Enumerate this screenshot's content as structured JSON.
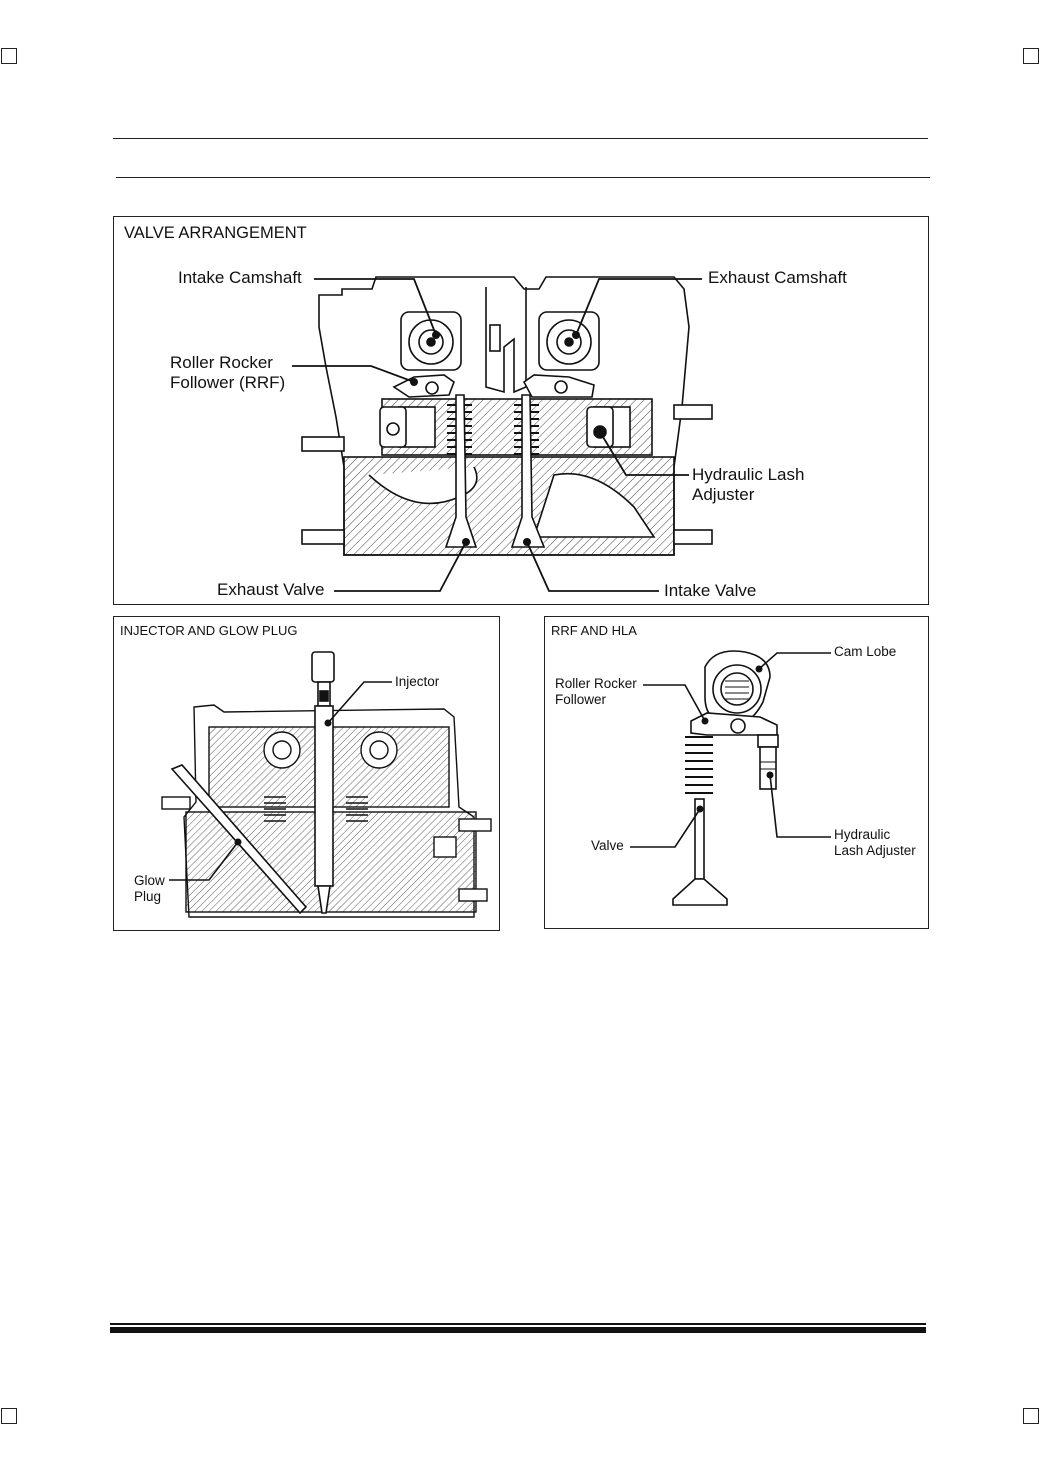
{
  "panels": {
    "valve_arrangement": {
      "title": "VALVE ARRANGEMENT",
      "labels": {
        "intake_camshaft": "Intake Camshaft",
        "exhaust_camshaft": "Exhaust Camshaft",
        "roller_rocker_follower": "Roller Rocker\nFollower (RRF)",
        "hydraulic_lash_adjuster": "Hydraulic Lash\nAdjuster",
        "exhaust_valve": "Exhaust Valve",
        "intake_valve": "Intake Valve"
      }
    },
    "injector_glow_plug": {
      "title": "INJECTOR AND GLOW PLUG",
      "labels": {
        "injector": "Injector",
        "glow_plug": "Glow\nPlug"
      }
    },
    "rrf_hla": {
      "title": "RRF AND HLA",
      "labels": {
        "cam_lobe": "Cam Lobe",
        "roller_rocker_follower": "Roller Rocker\nFollower",
        "valve": "Valve",
        "hydraulic_lash_adjuster": "Hydraulic\nLash Adjuster"
      }
    }
  }
}
